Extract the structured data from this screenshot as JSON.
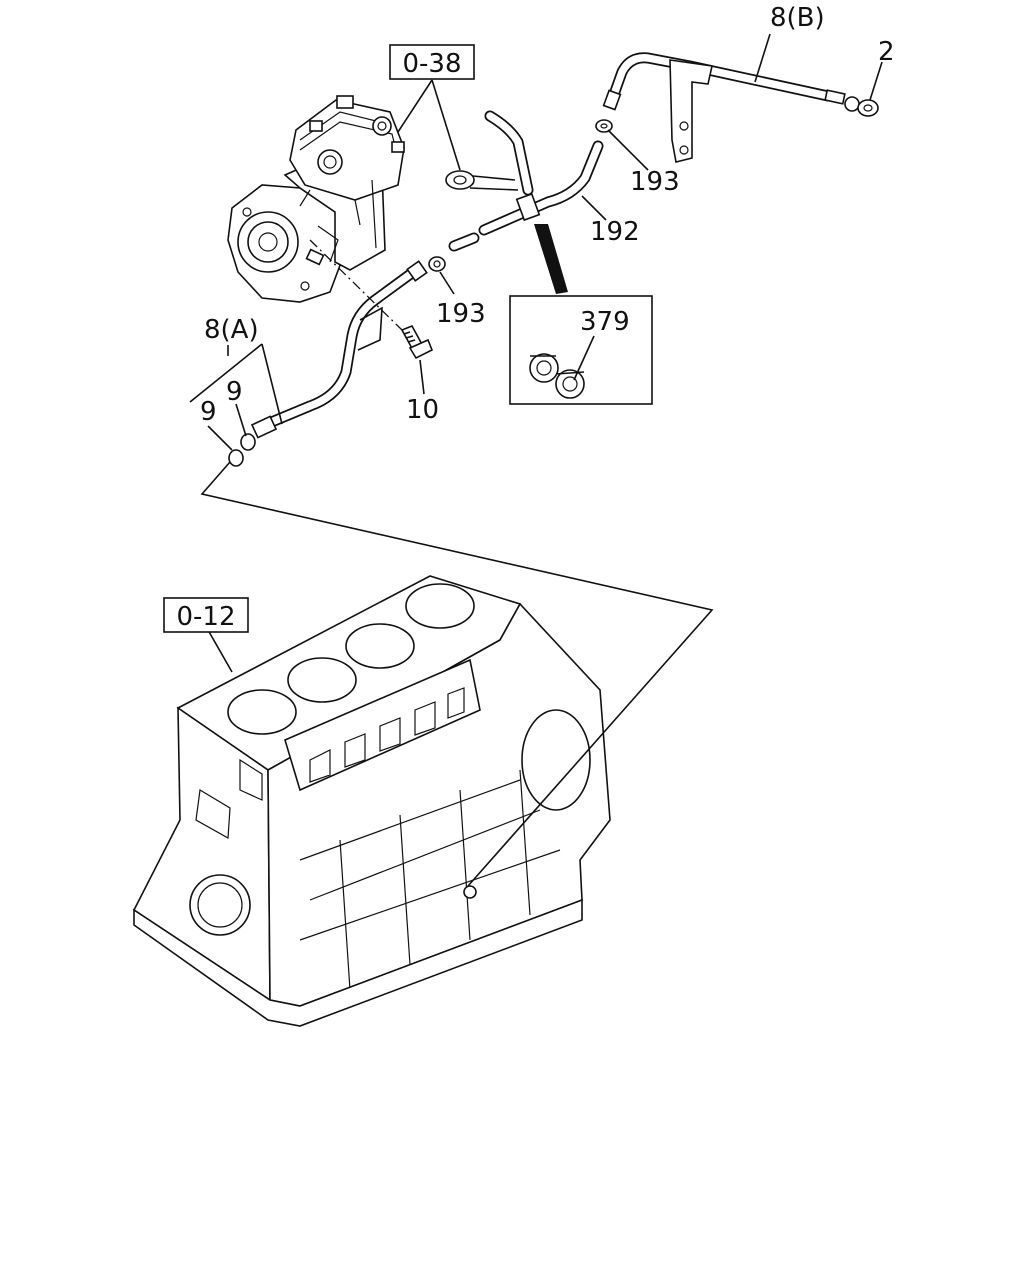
{
  "diagram": {
    "type": "exploded parts diagram",
    "reference_boxes": {
      "compressor_ref": "0-38",
      "block_ref": "0-12"
    },
    "callouts": {
      "pipe_b": "8(B)",
      "eye_bolt": "2",
      "gasket_upper": "193",
      "hose": "192",
      "gasket_lower": "193",
      "clip": "379",
      "pipe_a": "8(A)",
      "washer_1": "9",
      "washer_2": "9",
      "bolt": "10"
    }
  }
}
